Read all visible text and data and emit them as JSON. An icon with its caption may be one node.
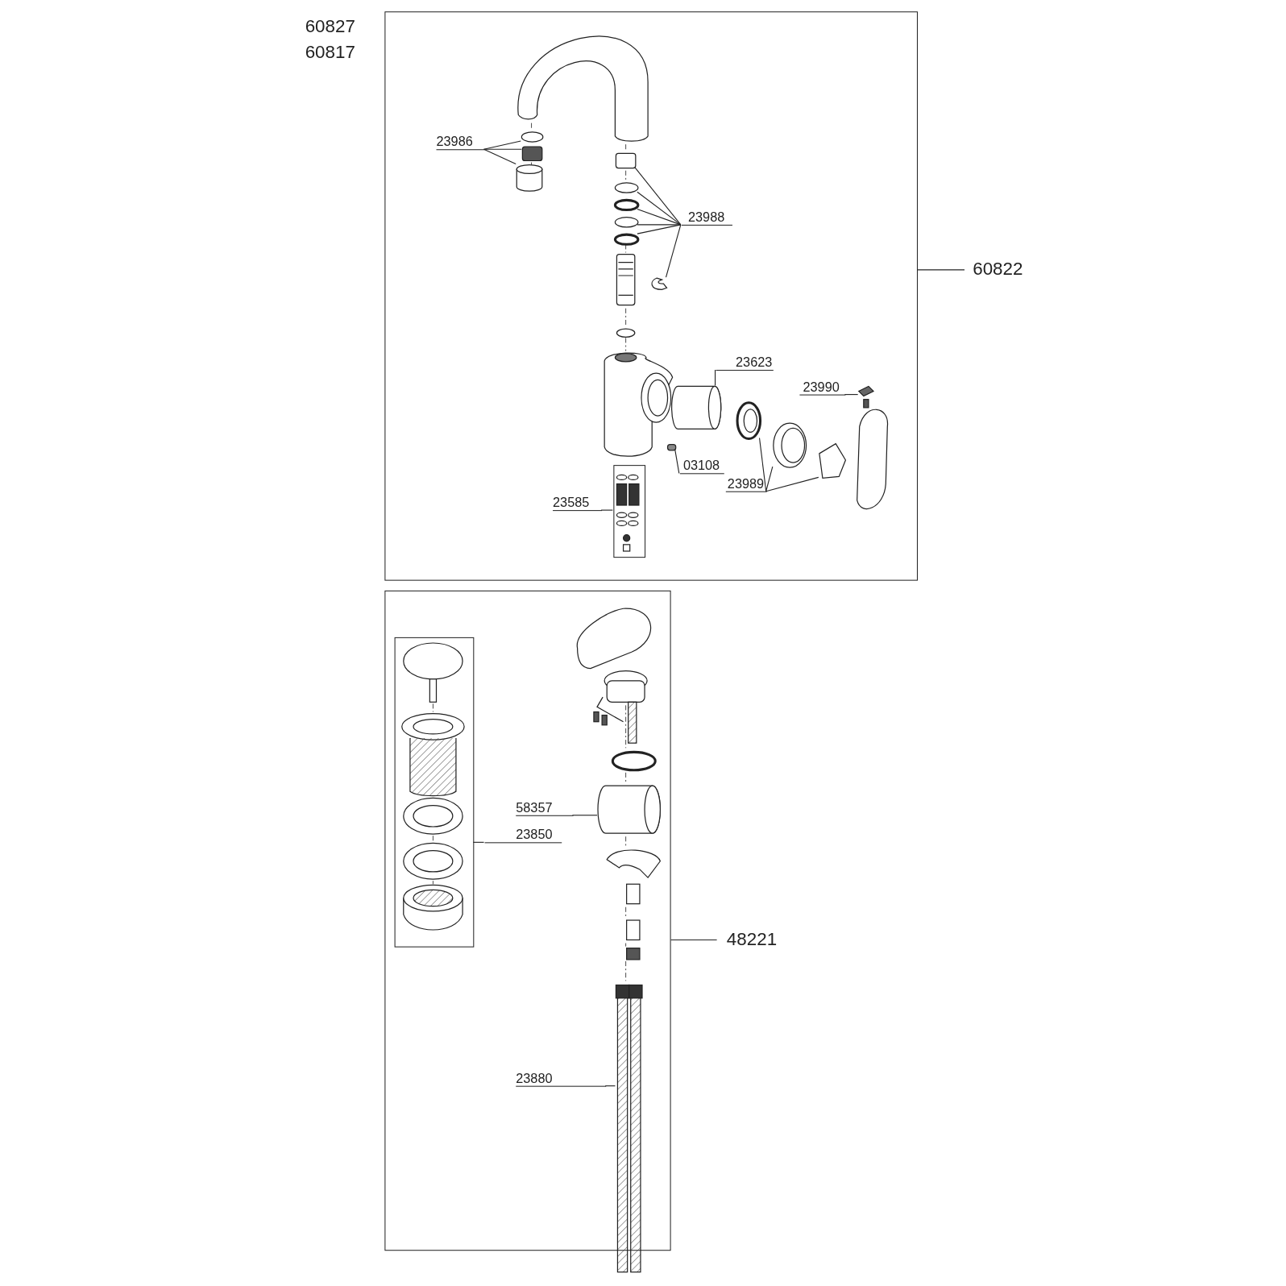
{
  "diagram": {
    "nodes": [
      {
        "text": [],
        "shape": "box"
      },
      {
        "text": [],
        "shape": "box"
      },
      {
        "text": [],
        "shape": "box",
        "in": 0
      },
      {
        "text": [],
        "shape": "box",
        "in": 1
      },
      {
        "text": [
          "60822"
        ]
      },
      {
        "text": [
          "48221"
        ]
      },
      {
        "text": [
          "23986"
        ],
        "in": 0
      },
      {
        "text": [
          "23988"
        ],
        "in": 0
      },
      {
        "text": [
          "23623"
        ],
        "in": 0
      },
      {
        "text": [
          "23990"
        ],
        "in": 0
      },
      {
        "text": [
          "03108"
        ],
        "in": 0
      },
      {
        "text": [
          "23989"
        ],
        "in": 0
      },
      {
        "text": [
          "23585"
        ],
        "in": 0
      },
      {
        "text": [
          "58357"
        ],
        "in": 1
      },
      {
        "text": [
          "23850"
        ],
        "in": 1
      },
      {
        "text": [
          "23880"
        ],
        "in": 1
      },
      {
        "text": [],
        "shape": "circle",
        "in": 0
      },
      {
        "text": [],
        "shape": "box",
        "in": 0
      },
      {
        "text": [],
        "shape": "cylinder",
        "in": 0
      },
      {
        "text": [],
        "shape": "box",
        "in": 0
      },
      {
        "text": [],
        "shape": "circle",
        "in": 0
      },
      {
        "text": [],
        "shape": "circle",
        "in": 0
      },
      {
        "text": [],
        "shape": "circle",
        "in": 0
      },
      {
        "text": [],
        "shape": "circle",
        "in": 0
      },
      {
        "text": [],
        "shape": "picture",
        "in": 0
      },
      {
        "text": [],
        "shape": "cylinder",
        "in": 0
      },
      {
        "text": [],
        "shape": "picture",
        "in": 0
      },
      {
        "text": [],
        "shape": "box",
        "in": 0
      },
      {
        "text": [],
        "shape": "picture",
        "in": 0
      },
      {
        "text": [],
        "shape": "picture",
        "in": 0
      },
      {
        "text": [],
        "shape": "picture",
        "in": 0
      },
      {
        "text": [],
        "shape": "cylinder",
        "in": 1
      },
      {
        "text": [],
        "shape": "picture",
        "in": 1
      }
    ],
    "edges": [
      {
        "from": 4,
        "to": 0,
        "arrow": "none"
      },
      {
        "from": 5,
        "to": 1,
        "arrow": "none"
      },
      {
        "from": 12,
        "to": 2,
        "arrow": "none"
      },
      {
        "from": 14,
        "to": 3,
        "arrow": "none"
      },
      {
        "from": 6,
        "to": 16,
        "arrow": "none"
      },
      {
        "from": 6,
        "to": 17,
        "arrow": "none"
      },
      {
        "from": 6,
        "to": 18,
        "arrow": "none"
      },
      {
        "from": 7,
        "to": 19,
        "arrow": "none"
      },
      {
        "from": 7,
        "to": 20,
        "arrow": "none"
      },
      {
        "from": 7,
        "to": 21,
        "arrow": "none"
      },
      {
        "from": 7,
        "to": 22,
        "arrow": "none"
      },
      {
        "from": 7,
        "to": 23,
        "arrow": "none"
      },
      {
        "from": 7,
        "to": 24,
        "arrow": "none"
      },
      {
        "from": 8,
        "to": 25,
        "arrow": "none"
      },
      {
        "from": 9,
        "to": 26,
        "arrow": "none"
      },
      {
        "from": 10,
        "to": 27,
        "arrow": "none"
      },
      {
        "from": 11,
        "to": 28,
        "arrow": "none"
      },
      {
        "from": 11,
        "to": 29,
        "arrow": "none"
      },
      {
        "from": 11,
        "to": 30,
        "arrow": "none"
      },
      {
        "from": 13,
        "to": 31,
        "arrow": "none"
      },
      {
        "from": 15,
        "to": 32,
        "arrow": "none"
      }
    ],
    "labels": [
      "60827",
      "60817"
    ]
  }
}
